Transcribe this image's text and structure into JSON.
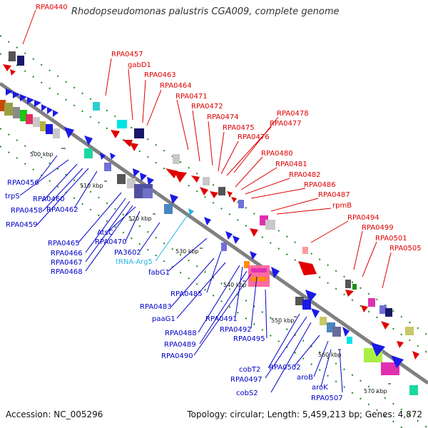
{
  "title": "Rhodopseudomonas palustris CGA009, complete genome",
  "footer": {
    "accession": "Accession: NC_005296",
    "summary": "Topology: circular; Length: 5,459,213 bp; Genes: 4,872"
  },
  "ticks": [
    "500 kbp",
    "510 kbp",
    "520 kbp",
    "530 kbp",
    "540 kbp",
    "550 kbp",
    "560 kbp",
    "570 kbp"
  ],
  "labels_top": [
    "RPA0440",
    "RPA0457",
    "gabD1",
    "RPA0463",
    "RPA0464",
    "RPA0471",
    "RPA0472",
    "RPA0474",
    "RPA0475",
    "RPA0476",
    "RPA0478",
    "RPA0477",
    "RPA0480",
    "RPA0481",
    "RPA0482",
    "RPA0486",
    "RPA0487",
    "rpmB",
    "RPA0494",
    "RPA0499",
    "RPA0501",
    "RPA0505"
  ],
  "labels_bottom": [
    "RPA0456",
    "trpS",
    "RPA0460",
    "RPA0458",
    "RPA0462",
    "RPA0459",
    "RPA0465",
    "AtsC",
    "RPA0470",
    "RPA0466",
    "RPA0467",
    "RPA0468",
    "PA3602",
    "tRNA-Arg5",
    "fabG1",
    "RPA0485",
    "RPA0483",
    "paaG1",
    "RPA0491",
    "RPA0488",
    "RPA0492",
    "RPA0489",
    "RPA0495",
    "RPA0490",
    "cobT2",
    "RPA0502",
    "RPA0497",
    "aroB",
    "aroK",
    "cobS2",
    "RPA0507"
  ]
}
